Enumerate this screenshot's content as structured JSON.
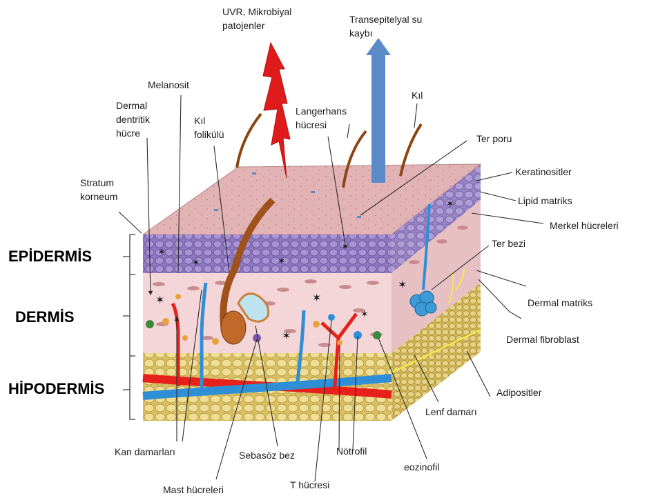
{
  "layers": {
    "epidermis": "EPİDERMİS",
    "dermis": "DERMİS",
    "hypodermis": "HİPODERMİS"
  },
  "labels": {
    "uvr_1": "UVR, Mikrobiyal",
    "uvr_2": "patojenler",
    "tewl_1": "Transepitelyal su",
    "tewl_2": "kaybı",
    "melanosit": "Melanosit",
    "dermal_dendritik_1": "Dermal",
    "dermal_dendritik_2": "dentritik",
    "dermal_dendritik_3": "hücre",
    "kil_folikulu_1": "Kıl",
    "kil_folikulu_2": "folikülü",
    "langerhans_1": "Langerhans",
    "langerhans_2": "hücresi",
    "kil": "Kıl",
    "ter_poru": "Ter poru",
    "stratum_1": "Stratum",
    "stratum_2": "korneum",
    "keratinositler": "Keratinositler",
    "lipid_matriks": "Lipid matriks",
    "merkel": "Merkel hücreleri",
    "ter_bezi": "Ter bezi",
    "dermal_matriks": "Dermal matriks",
    "dermal_fibroblast": "Dermal fibroblast",
    "adipositler": "Adipositler",
    "lenf_damari": "Lenf damarı",
    "kan_damarlari": "Kan damarları",
    "sebasoz_bez": "Sebasöz bez",
    "notrofil": "Nötrofil",
    "eozinofil": "eozinofil",
    "mast_hucreleri": "Mast hücreleri",
    "t_hucresi": "T hücresi"
  },
  "colors": {
    "surface": "#d9a8aa",
    "epidermis": "#9a83c4",
    "dermis": "#f3d3d6",
    "hypodermis": "#e9d48a",
    "artery": "#e8201c",
    "lymph_vein": "#2f8fd6",
    "water_arrow": "#5b8ac9",
    "uv_bolt": "#e01b1b",
    "hair": "#a0521d"
  }
}
